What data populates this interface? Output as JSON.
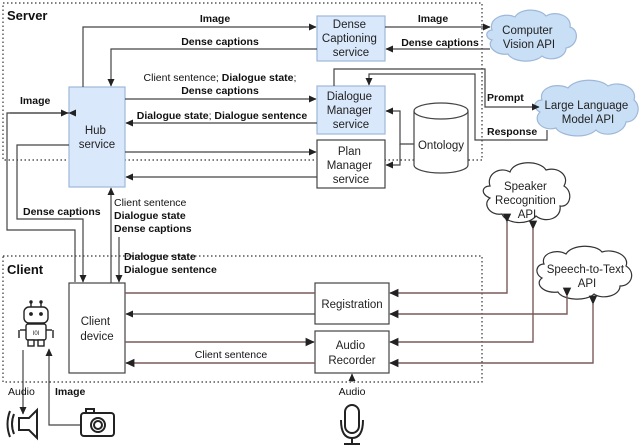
{
  "regions": {
    "server": "Server",
    "client": "Client"
  },
  "nodes": {
    "hub": [
      "Hub",
      "service"
    ],
    "dense_captioning": [
      "Dense",
      "Captioning",
      "service"
    ],
    "dialogue_manager": [
      "Dialogue",
      "Manager",
      "service"
    ],
    "plan_manager": [
      "Plan",
      "Manager",
      "service"
    ],
    "ontology": "Ontology",
    "client_device": [
      "Client",
      "device"
    ],
    "registration": "Registration",
    "audio_recorder": [
      "Audio",
      "Recorder"
    ],
    "computer_vision_api": [
      "Computer",
      "Vision API"
    ],
    "llm_api": [
      "Large Language",
      "Model API"
    ],
    "speaker_recognition_api": [
      "Speaker",
      "Recognition",
      "API"
    ],
    "speech_to_text_api": [
      "Speech-to-Text",
      "API"
    ]
  },
  "edge_labels": {
    "hub_to_dc_image": "Image",
    "dc_to_hub_captions": "Dense captions",
    "hub_to_dm_line1_normal": "Client sentence; ",
    "hub_to_dm_line1_bold": "Dialogue state",
    "hub_to_dm_line1_end": ";",
    "hub_to_dm_line2": "Dense captions",
    "dm_to_hub": "Dialogue state",
    "dm_to_hub_sep": "; ",
    "dm_to_hub_2": "Dialogue sentence",
    "dc_to_cv_image": "Image",
    "cv_to_dc_captions": "Dense captions",
    "prompt": "Prompt",
    "response": "Response",
    "client_to_hub_image": "Image",
    "hub_to_client_captions": "Dense captions",
    "client_to_hub_1": "Client sentence",
    "client_to_hub_2": "Dialogue state",
    "client_to_hub_3": "Dense captions",
    "hub_to_client_1": "Dialogue state",
    "hub_to_client_2": "Dialogue sentence",
    "recorder_to_client": "Client sentence",
    "robot_audio": "Audio",
    "camera_image": "Image",
    "mic_audio": "Audio"
  },
  "icons": {
    "robot": "robot-icon",
    "speaker": "speaker-icon",
    "camera": "camera-icon",
    "microphone": "microphone-icon"
  },
  "colors": {
    "service_fill": "#dae8fc",
    "service_stroke": "#9fb8d8",
    "cloud_fill": "#c9dff5",
    "api_line": "#7a5a5a"
  }
}
